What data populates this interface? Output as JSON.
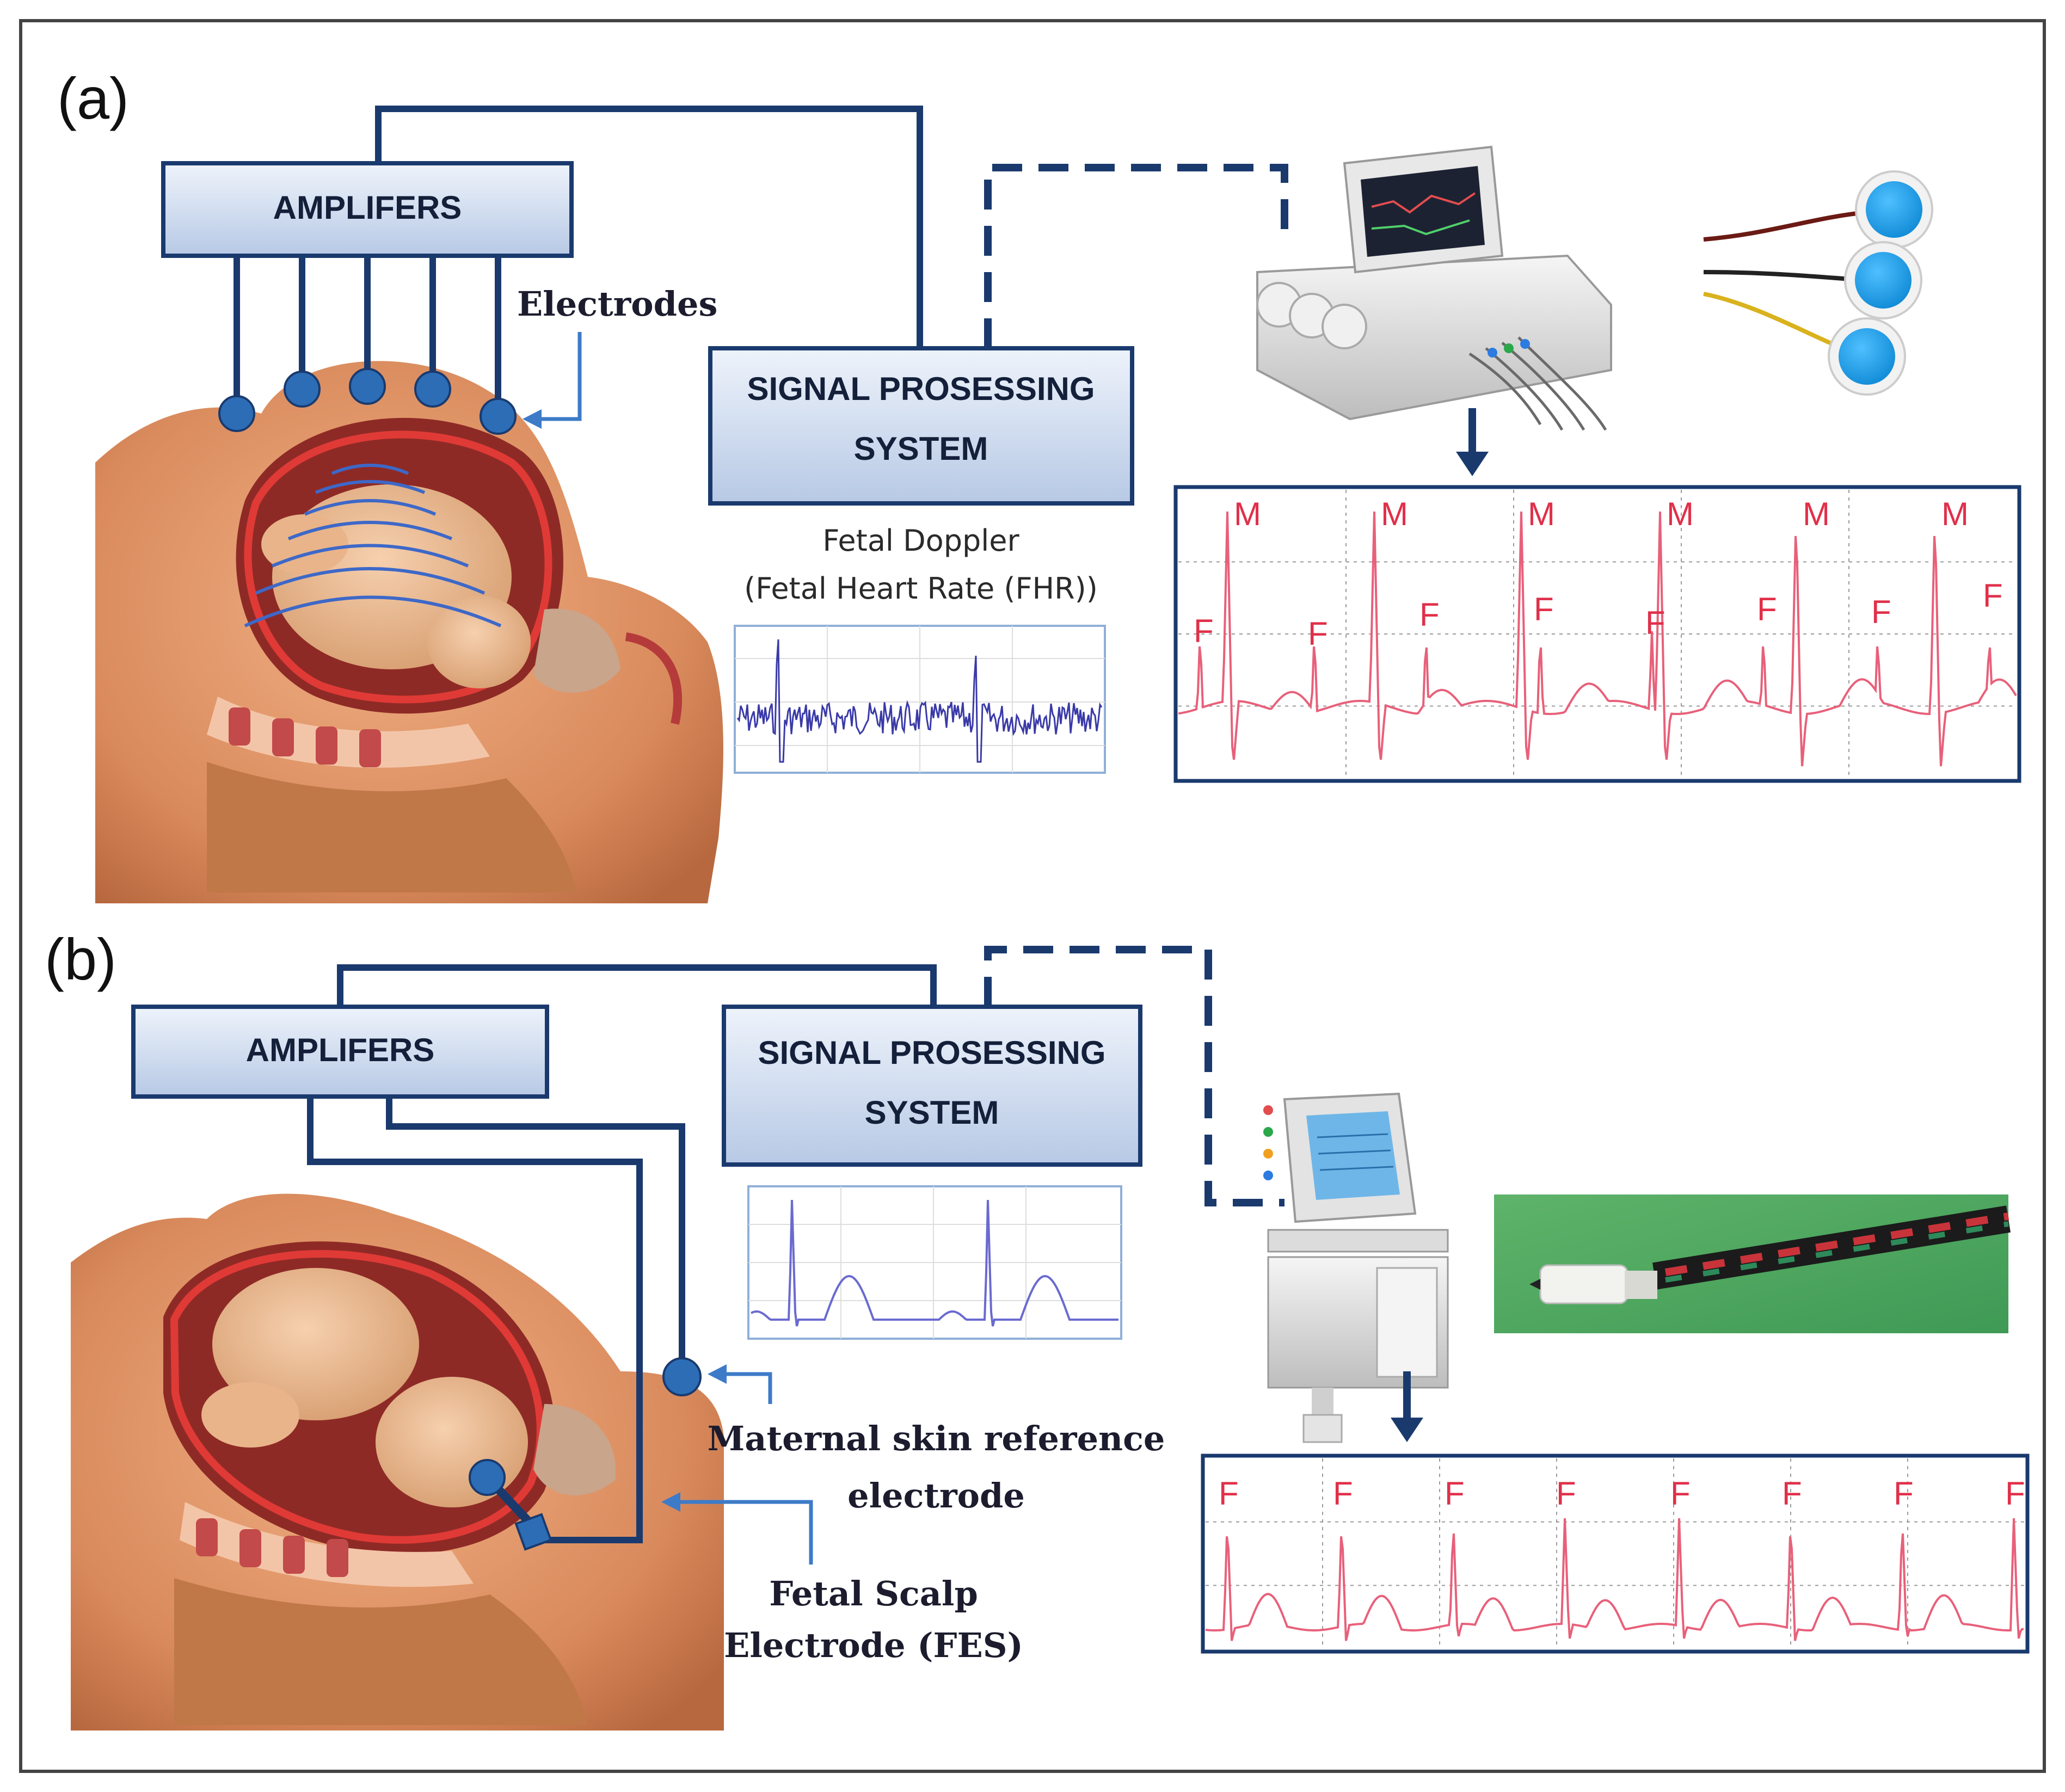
{
  "panels": {
    "a": {
      "label": "(a)",
      "amplifier_label": "AMPLIFERS",
      "signal_system_line1": "SIGNAL PROSESSING",
      "signal_system_line2": "SYSTEM",
      "electrodes_label": "Electrodes",
      "doppler_line1": "Fetal Doppler",
      "doppler_line2": "(Fetal Heart Rate (FHR))",
      "ecg_peak_labels": [
        "M",
        "M",
        "M",
        "M",
        "M",
        "M",
        "F",
        "F",
        "F",
        "F",
        "F",
        "F",
        "F",
        "F"
      ]
    },
    "b": {
      "label": "(b)",
      "amplifier_label": "AMPLIFERS",
      "signal_system_line1": "SIGNAL PROSESSING",
      "signal_system_line2": "SYSTEM",
      "maternal_ref_line1": "Maternal skin reference",
      "maternal_ref_line2": "electrode",
      "fes_line1": "Fetal Scalp",
      "fes_line2": "Electrode (FES)",
      "ecg_peak_labels": [
        "F",
        "F",
        "F",
        "F",
        "F",
        "F",
        "F",
        "F"
      ]
    }
  },
  "colors": {
    "wire": "#1a3a6e",
    "electrode": "#2c6db6",
    "ecg_trace": "#e8607a",
    "doppler_trace": "#3a3aa8",
    "box_fill_top": "#e6eef9",
    "box_fill_bottom": "#b9cbe6",
    "peak_text": "#e0304a"
  }
}
